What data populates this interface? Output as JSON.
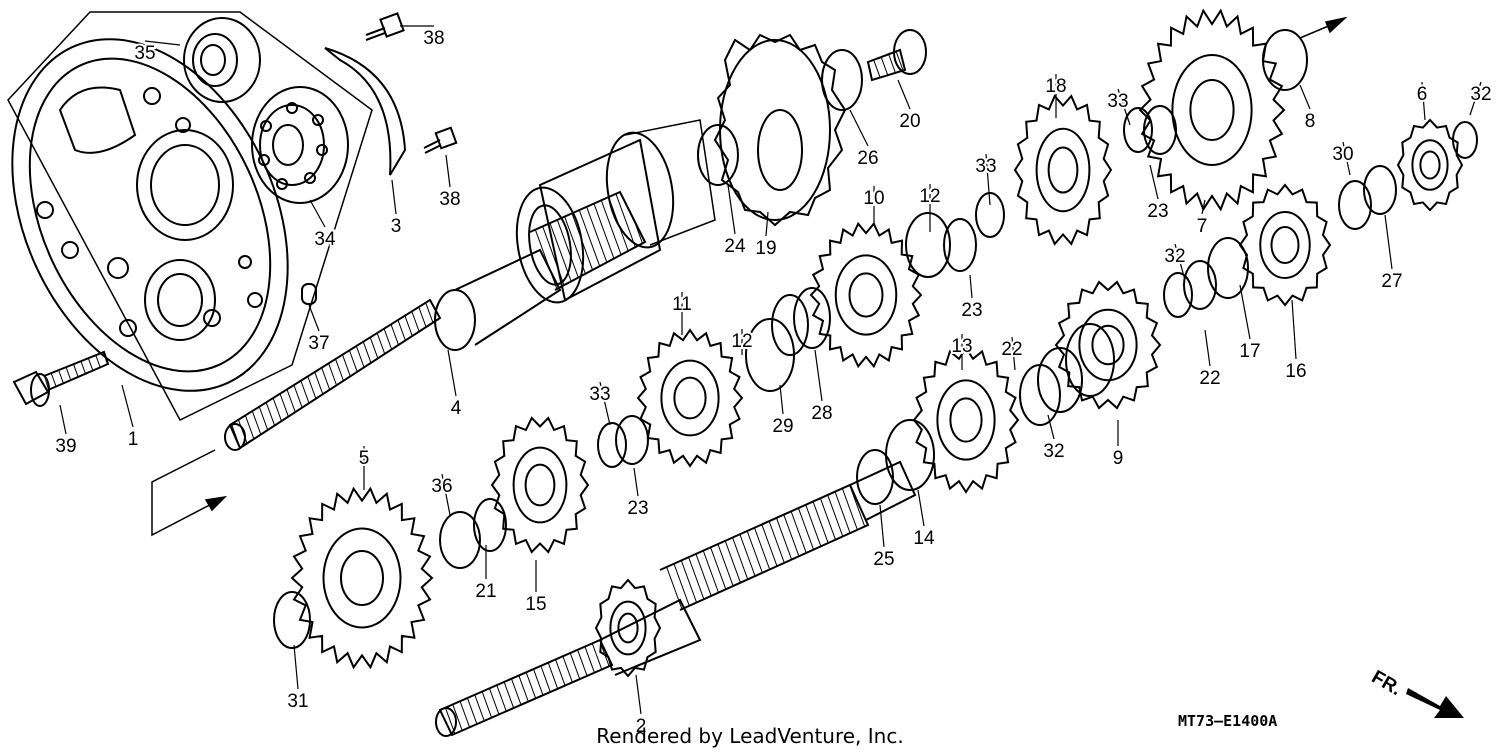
{
  "diagram": {
    "callouts": [
      "1",
      "2",
      "3",
      "4",
      "5",
      "6",
      "7",
      "8",
      "9",
      "10",
      "11",
      "12",
      "12",
      "13",
      "14",
      "15",
      "16",
      "17",
      "18",
      "19",
      "20",
      "21",
      "22",
      "22",
      "23",
      "23",
      "23",
      "24",
      "25",
      "26",
      "27",
      "28",
      "29",
      "30",
      "31",
      "32",
      "32",
      "32",
      "33",
      "33",
      "33",
      "34",
      "35",
      "36",
      "37",
      "38",
      "38",
      "39"
    ],
    "direction_label": "FR.",
    "drawing_code": "MT73–E1400A",
    "credit": "Rendered by LeadVenture, Inc."
  }
}
